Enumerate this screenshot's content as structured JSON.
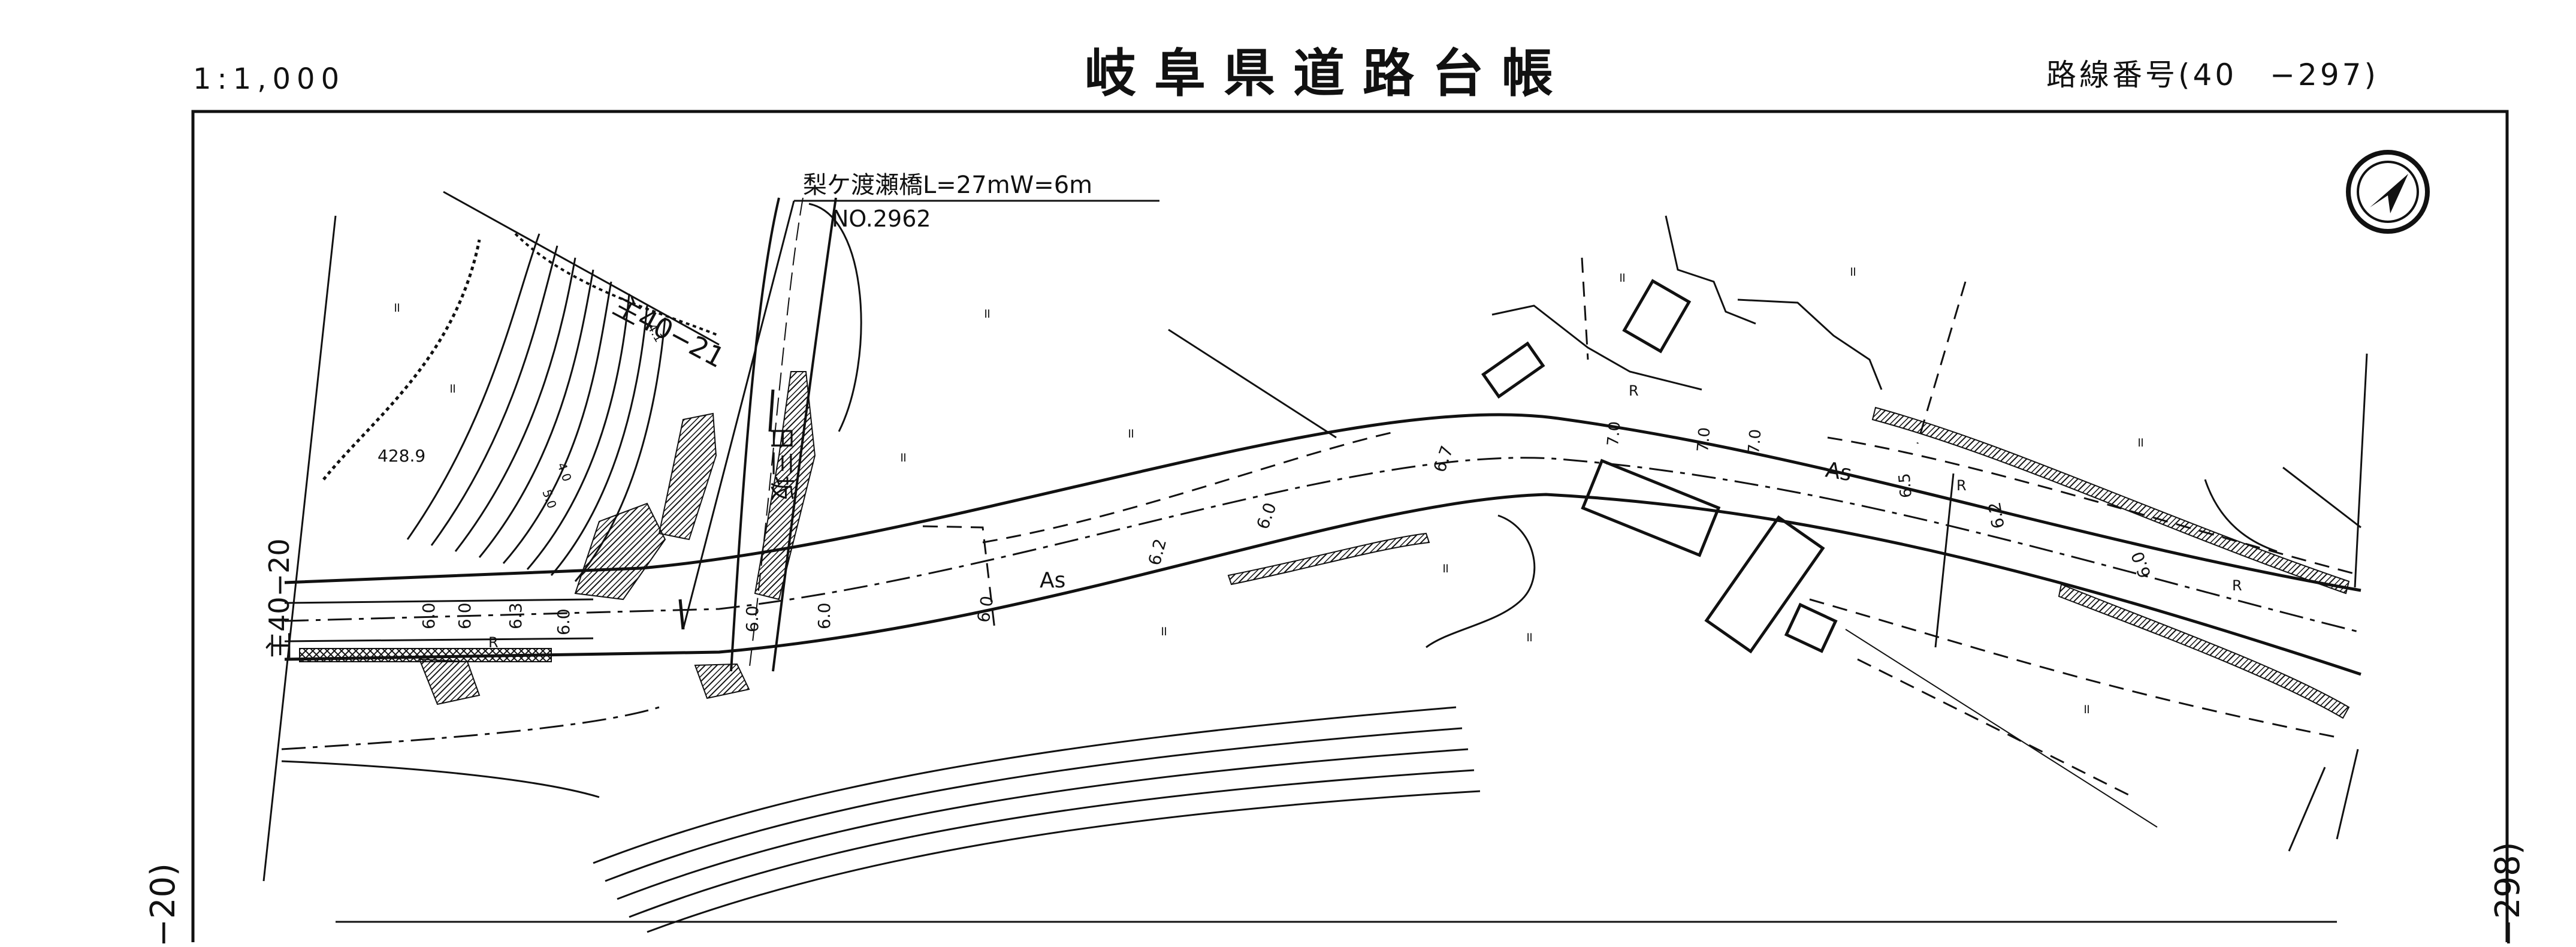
{
  "header": {
    "scale": "1:1,000",
    "title": "岐阜県道路台帳",
    "route_number": "路線番号(40　−297)"
  },
  "sidebar": {
    "left_ref": "−20)",
    "right_ref": "−298)"
  },
  "map": {
    "bridge_label": "梨ケ渡瀬橋L=27mW=6m",
    "bridge_number": "NO.2962",
    "road_ref_top": "主40−21",
    "road_ref_left": "主40−20",
    "side_road_name": "日三坂",
    "elevation": "428.9",
    "surface_label": "As",
    "roadside_label": "R",
    "width_marks": [
      "6.0",
      "6.0",
      "6.3",
      "6.0",
      "6.0",
      "6.0",
      "6.0",
      "6.2",
      "6.0",
      "6.7",
      "7.0",
      "7.0",
      "7.0",
      "6.5",
      "6.2",
      "6.0"
    ],
    "small_marks": [
      "4.1",
      "4.0",
      "5.0"
    ],
    "land_symbol": "॥",
    "compass_icon": "north-arrow-icon"
  },
  "colors": {
    "ink": "#111111",
    "paper": "#ffffff"
  }
}
